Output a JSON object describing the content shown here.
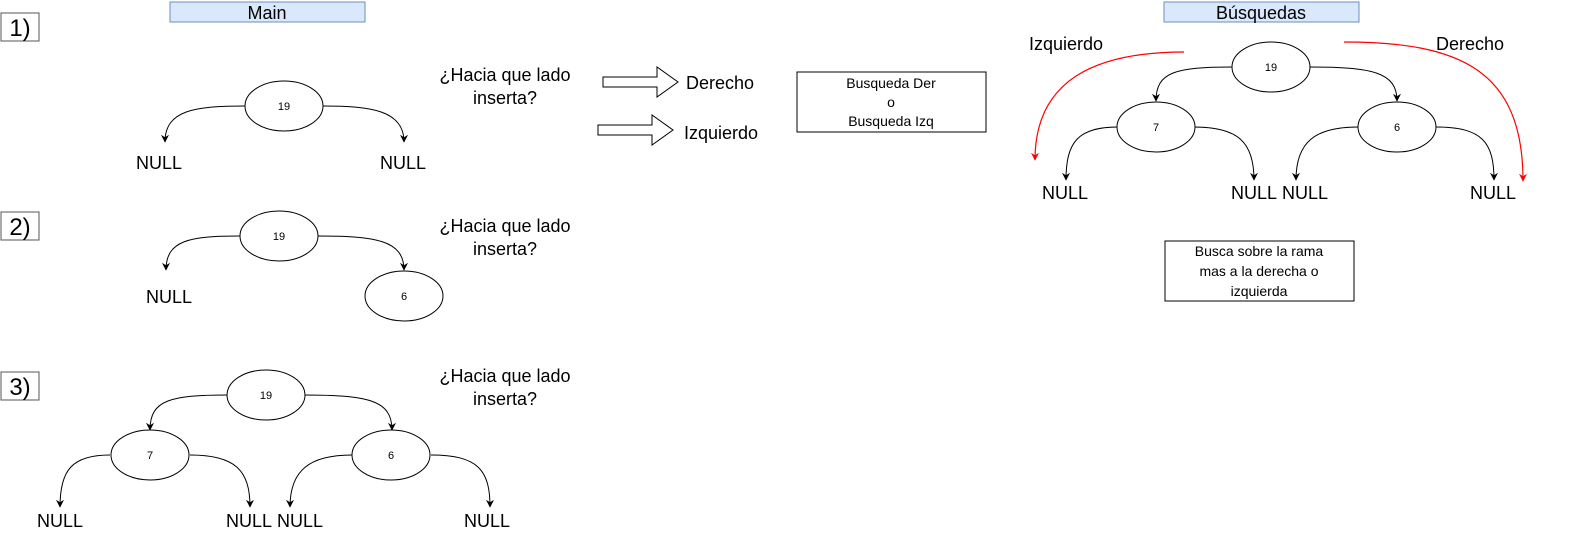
{
  "colors": {
    "header_fill": "#dae8fc",
    "header_stroke": "#6c8ebf",
    "stroke": "#000000",
    "highlight_arrow": "#ff0000"
  },
  "headers": {
    "main": "Main",
    "busquedas": "Búsquedas"
  },
  "steps": [
    {
      "label": "1)",
      "question": [
        "¿Hacia que lado",
        "inserta?"
      ]
    },
    {
      "label": "2)",
      "question": [
        "¿Hacia que lado",
        "inserta?"
      ]
    },
    {
      "label": "3)",
      "question": [
        "¿Hacia que lado",
        "inserta?"
      ]
    }
  ],
  "null_label": "NULL",
  "nodes": {
    "root": "19",
    "left": "7",
    "right": "6"
  },
  "choices": {
    "right": "Derecho",
    "left": "Izquierdo"
  },
  "search_box": [
    "Busqueda Der",
    "o",
    "Busqueda Izq"
  ],
  "search_side_labels": {
    "left": "Izquierdo",
    "right": "Derecho"
  },
  "search_note": [
    "Busca sobre la rama",
    "mas a la derecha o",
    "izquierda"
  ],
  "icons": {
    "outline_arrow": "outline-right-arrow-icon"
  }
}
